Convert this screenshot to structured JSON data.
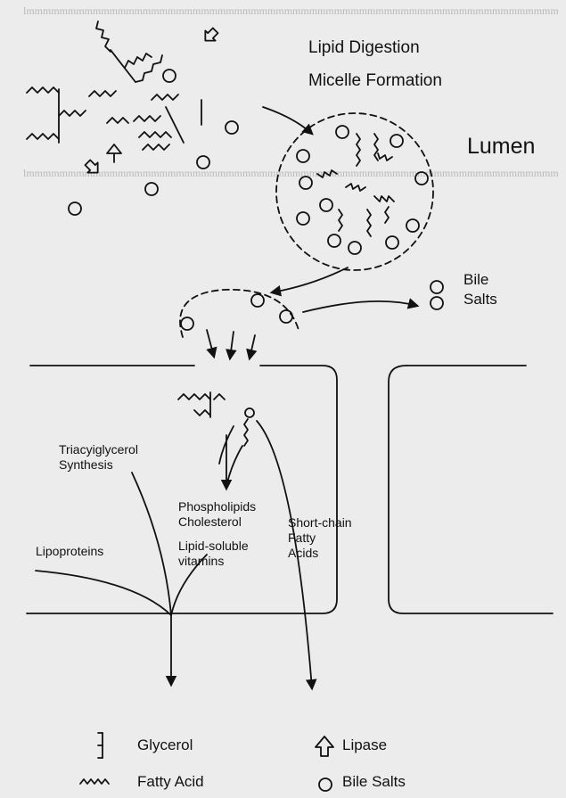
{
  "labels": {
    "lipid_digestion": "Lipid Digestion",
    "micelle_formation": "Micelle Formation",
    "lumen": "Lumen",
    "bile_salts_line1": "Bile",
    "bile_salts_line2": "Salts",
    "tag_synthesis_line1": "Triacyiglycerol",
    "tag_synthesis_line2": "Synthesis",
    "phospholipids": "Phospholipids",
    "cholesterol": "Cholesterol",
    "lipid_soluble_line1": "Lipid-soluble",
    "lipid_soluble_line2": "vitamins",
    "lipoproteins": "Lipoproteins",
    "scfa_line1": "Short-chain",
    "scfa_line2": "Fatty",
    "scfa_line3": "Acids"
  },
  "legend": {
    "glycerol": "Glycerol",
    "lipase": "Lipase",
    "fatty_acid": "Fatty Acid",
    "bile_salts": "Bile Salts"
  },
  "icons": [
    "glycerol-icon",
    "fatty-acid-icon",
    "lipase-icon",
    "bile-salt-icon"
  ]
}
